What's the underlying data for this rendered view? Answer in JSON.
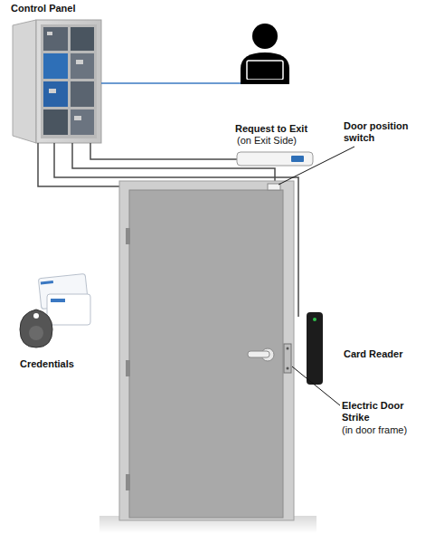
{
  "diagram": {
    "labels": [
      "Control Panel",
      "Request to Exit",
      "(on Exit Side)",
      "Door position switch",
      "Credentials",
      "Card Reader",
      "Electric Door Strike",
      "(in door frame)"
    ]
  }
}
